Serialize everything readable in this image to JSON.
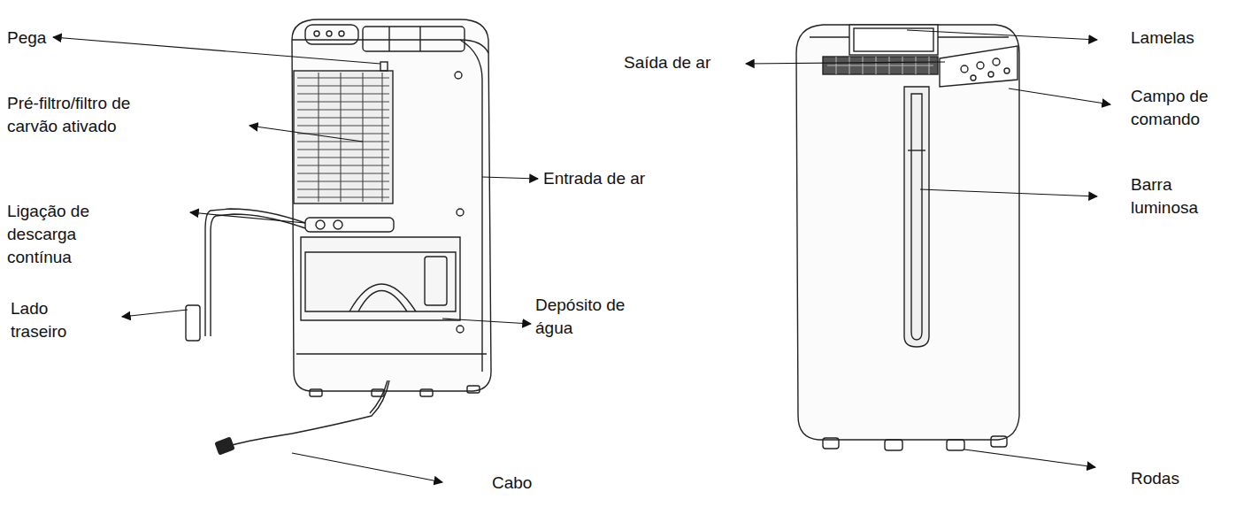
{
  "diagram": {
    "labels": [
      "Pega",
      "Pré-filtro/filtro de carvão ativado",
      "Ligação de descarga contínua",
      "Lado traseiro",
      "Entrada de ar",
      "Depósito de água",
      "Cabo",
      "Saída de ar",
      "Lamelas",
      "Campo de comando",
      "Barra luminosa",
      "Rodas"
    ]
  }
}
